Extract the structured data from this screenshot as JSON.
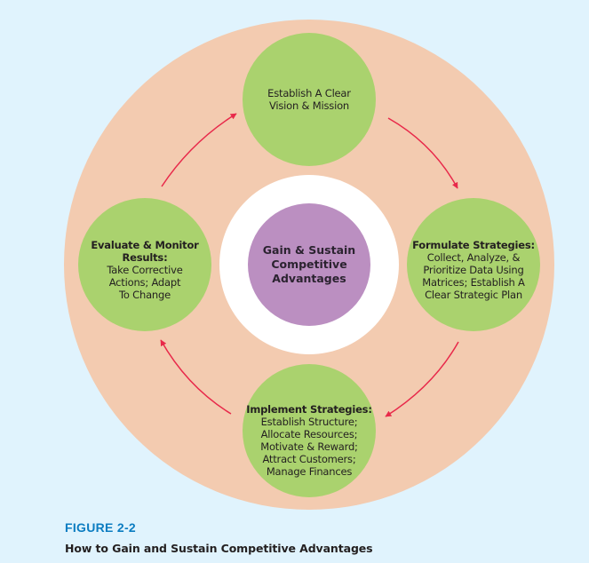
{
  "colors": {
    "background": "#e0f3fd",
    "outer_circle": "#f3cbb0",
    "node_fill": "#aad26e",
    "ring": "#ffffff",
    "center_fill": "#bb8fc1",
    "arrow": "#e8294a",
    "caption_label": "#0b7cc1"
  },
  "center": {
    "lines": [
      "Gain & Sustain",
      "Competitive",
      "Advantages"
    ]
  },
  "nodes": [
    {
      "id": "vision-mission",
      "position": "top",
      "title": "",
      "lines": [
        "Establish A Clear",
        "Vision & Mission"
      ]
    },
    {
      "id": "formulate-strategies",
      "position": "right",
      "title": "Formulate Strategies:",
      "lines": [
        "Collect, Analyze, &",
        "Prioritize Data Using",
        "Matrices; Establish A",
        "Clear Strategic Plan"
      ]
    },
    {
      "id": "implement-strategies",
      "position": "bottom",
      "title": "Implement Strategies:",
      "lines": [
        "Establish Structure;",
        "Allocate Resources;",
        "Motivate & Reward;",
        "Attract Customers;",
        "Manage Finances"
      ]
    },
    {
      "id": "evaluate-monitor",
      "position": "left",
      "title": "Evaluate & Monitor Results:",
      "title_lines": [
        "Evaluate & Monitor",
        "Results:"
      ],
      "lines": [
        "Take Corrective",
        "Actions; Adapt",
        "To Change"
      ]
    }
  ],
  "arrows": [
    {
      "from": "evaluate-monitor",
      "to": "vision-mission"
    },
    {
      "from": "vision-mission",
      "to": "formulate-strategies"
    },
    {
      "from": "formulate-strategies",
      "to": "implement-strategies"
    },
    {
      "from": "implement-strategies",
      "to": "evaluate-monitor"
    }
  ],
  "caption": {
    "label": "FIGURE 2-2",
    "title": "How to Gain and Sustain Competitive Advantages"
  }
}
